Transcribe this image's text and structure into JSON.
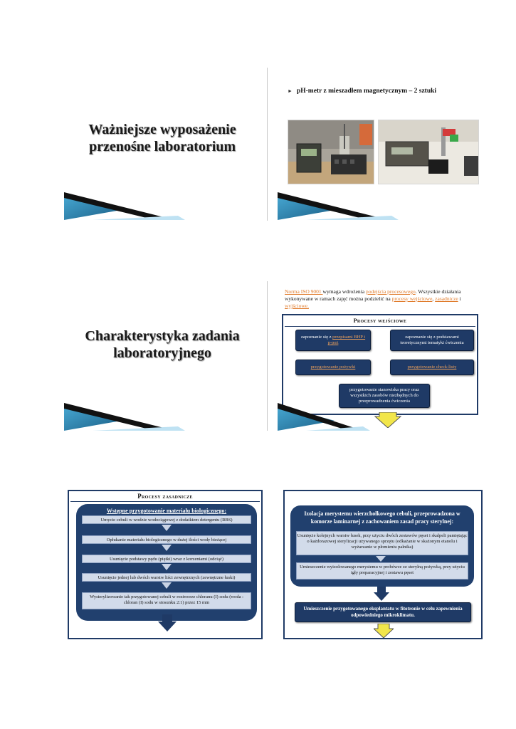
{
  "slide1": {
    "title_line1": "Ważniejsze wyposażenie",
    "title_line2": "przenośne laboratorium"
  },
  "slide2": {
    "bullet": "pH-metr z mieszadłem magnetycznym – 2 sztuki"
  },
  "slide3": {
    "title_line1": "Charakterystyka zadania",
    "title_line2": "laboratoryjnego"
  },
  "slide4": {
    "p_link1": "Norma ISO 9001 ",
    "p_t1": "wymaga wdrożenia ",
    "p_link2": "podejścia procesowego",
    "p_t2": ". Wszystkie działania wykonywane w ramach zajęć można podzielić na ",
    "p_link3": "procesy wejściowe",
    "p_t3": ", ",
    "p_link4": "zasadnicze",
    "p_t4": " i ",
    "p_link5": "wyjściowe.",
    "frame_title": "Procesy wejściowe",
    "box1_text": "zapoznanie się z ",
    "box1_link": "przepisami BHP i p-poż",
    "box2": "zapoznanie się z podstawami teoretycznymi tematyki ćwiczenia",
    "box3_link": "przygotowanie pożywki",
    "box4_link": "przygotowanie check-listy",
    "box5": "przygotowanie stanowiska pracy oraz wszystkich zasobów niezbędnych do przeprowadzenia ćwiczenia"
  },
  "slide5": {
    "frame_title": "Procesy zasadnicze",
    "panel_title": "Wstępne przygotowanie materiału biologicznego:",
    "steps": [
      "Umycie cebuli w wodzie wodociągowej z dodatkiem detergentu (RBS)",
      "Opłukanie materiału biologicznego w dużej ilości wody bieżącej",
      "Usunięcie podstawy pędu (piętki) wraz z korzeniami (odciąć)",
      "Usunięcie jednej lub dwóch warstw liści zewnętrznych (zewnętrzne łuski)",
      "Wysterylizowanie tak przygotowanej cebuli w roztworze chloranu (I) sodu (woda : chloran (I) sodu w stosunku 2:1) przez 15 min"
    ]
  },
  "slide6": {
    "panel_title": "Izolacja merystemu wierzchołkowego cebuli, przeprowadzona w komorze laminarnej z zachowaniem zasad pracy sterylnej:",
    "step1": "Usunięcie kolejnych warstw łusek, przy użyciu dwóch zestawów pęset i skalpeli pamiętając o każdorazowej sterylizacji używanego sprzętu (odkażanie w skażonym etanolu i wyżarzanie w płomieniu palnika)",
    "step2": "Umieszczenie wyizolowanego merystemu w probówce ze sterylną pożywką, przy użyciu igły preparacyjnej i zestawu pęset",
    "box": "Umieszczenie przygotowanego eksplantatu w fitotronie w celu zapewnienia odpowiedniego mikroklimatu."
  },
  "colors": {
    "navy": "#1f3a66",
    "link": "#e07b2c",
    "teal": "#2a7fb0",
    "arrow_yellow": "#f2e64a"
  }
}
